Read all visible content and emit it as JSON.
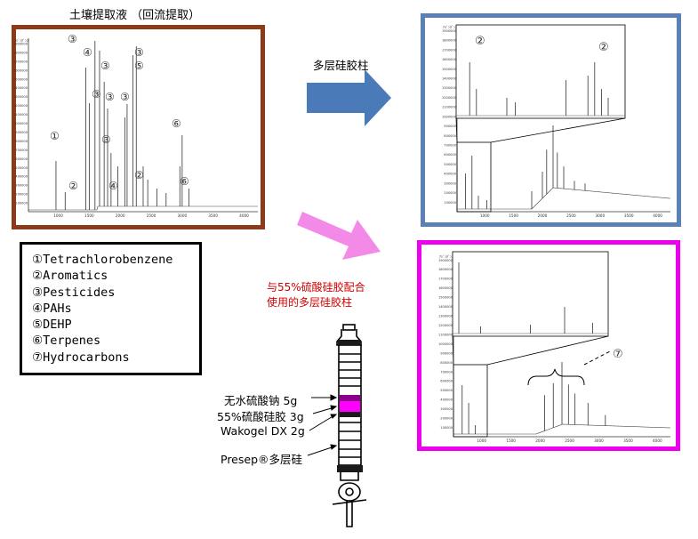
{
  "main_title": "土壤提取液 （回流提取）",
  "arrow_top_label": "多层硅胶柱",
  "arrow_bottom_label_line1": "与55%硫酸硅胶配合",
  "arrow_bottom_label_line2": "使用的多层硅胶柱",
  "legend": [
    "①Tetrachlorobenzene",
    "②Aromatics",
    "③Pesticides",
    "④PAHs",
    "⑤DEHP",
    "⑥Terpenes",
    "⑦Hydrocarbons"
  ],
  "column_labels": [
    "无水硫酸钠 5g",
    "55%硫酸硅胶 3g",
    "Wakogel DX 2g",
    "Presep®多层硅"
  ],
  "chrom1_peak_labels": [
    "③",
    "④",
    "③",
    "③",
    "⑤",
    "③",
    "③",
    "③",
    "①",
    "③",
    "⑥",
    "②",
    "②",
    "④",
    "⑥"
  ],
  "chrom2_peak_labels": [
    "②",
    "②"
  ],
  "chrom3_peak_labels": [
    "⑦"
  ],
  "axis_ticks": [
    "1000",
    "1500",
    "2000",
    "2500",
    "3000",
    "3500",
    "4000"
  ],
  "y_ticks": [
    "1900000",
    "1800000",
    "1700000",
    "1600000",
    "1500000",
    "1400000",
    "1300000",
    "1200000",
    "1100000",
    "1000000",
    "900000",
    "800000",
    "700000",
    "600000",
    "500000",
    "400000",
    "300000",
    "200000",
    "100000"
  ],
  "y_axis_title": "ｱﾊﾞﾝﾀﾞﾝｽ",
  "colors": {
    "panel1": "#8b3a1a",
    "panel2": "#5a80b8",
    "panel3": "#ee00ee",
    "arrow_blue": "#4a7ab8",
    "arrow_pink": "#f48ae8",
    "sulfate": "#8b008b",
    "acid_gel": "#ff00ff",
    "wakogel": "#1a1a1a",
    "red_text": "#d40000"
  }
}
